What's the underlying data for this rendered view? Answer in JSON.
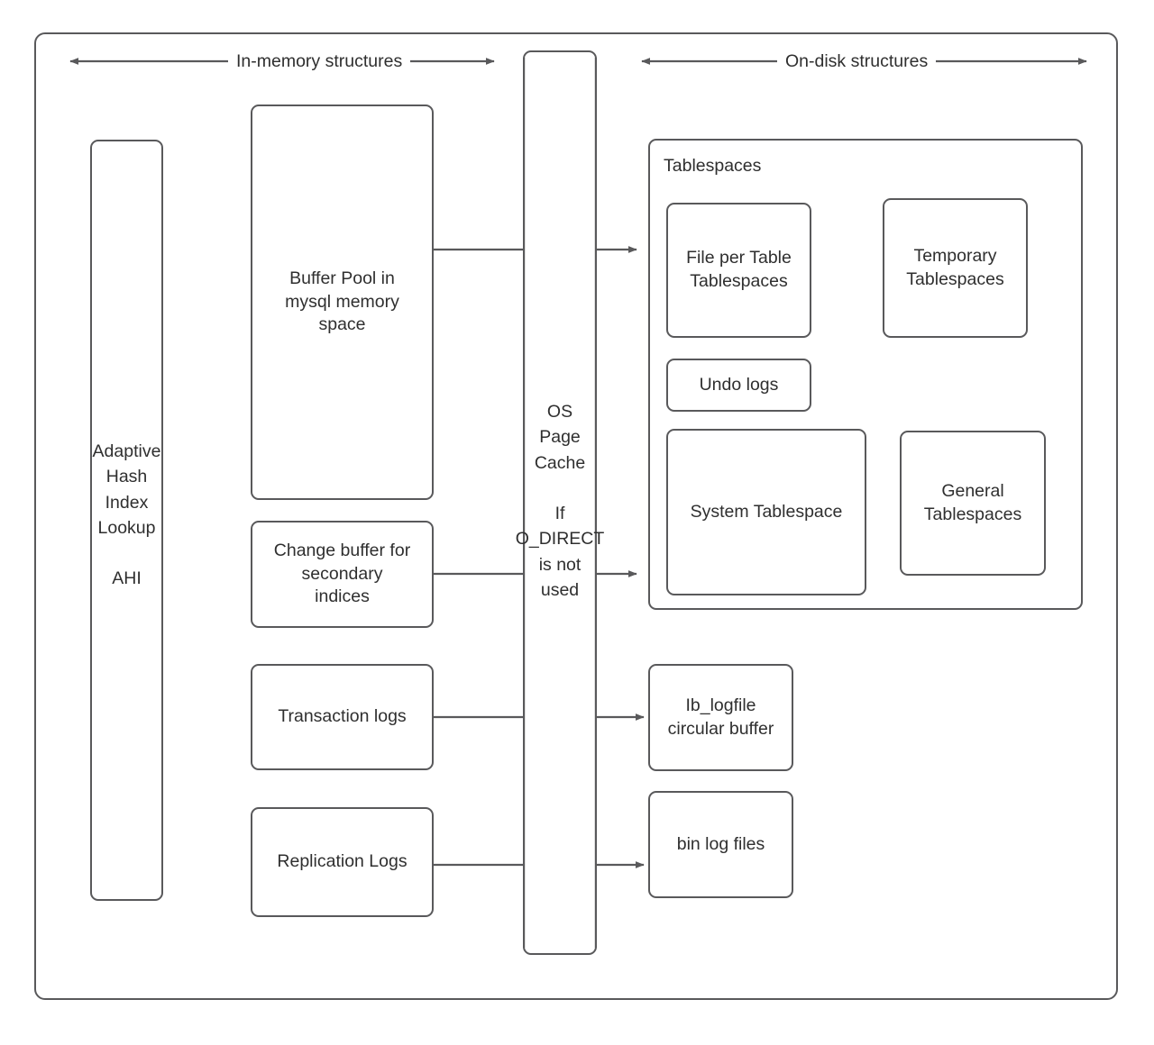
{
  "diagram": {
    "title": "MySQL InnoDB in-memory and on-disk structures",
    "colors": {
      "stroke": "#59595b",
      "text": "#2f2f2f",
      "background": "#ffffff"
    },
    "headers": [
      {
        "id": "in-memory",
        "label": "In-memory structures"
      },
      {
        "id": "on-disk",
        "label": "On-disk structures"
      }
    ],
    "nodes": {
      "ahi": {
        "label": "Adaptive\nHash\nIndex\nLookup\n\nAHI"
      },
      "buffer_pool": {
        "label": "Buffer Pool in\nmysql memory\nspace"
      },
      "change_buffer": {
        "label": "Change buffer for\nsecondary\nindices"
      },
      "transaction_logs": {
        "label": "Transaction logs"
      },
      "replication_logs": {
        "label": "Replication Logs"
      },
      "os_page_cache": {
        "label": "OS\nPage\nCache\n\nIf\nO_DIRECT\nis not\nused"
      },
      "tablespaces_group": {
        "label": "Tablespaces"
      },
      "file_per_table": {
        "label": "File per Table\nTablespaces"
      },
      "temporary_tablespaces": {
        "label": "Temporary\nTablespaces"
      },
      "undo_logs": {
        "label": "Undo logs"
      },
      "system_tablespace": {
        "label": "System Tablespace"
      },
      "general_tablespaces": {
        "label": "General\nTablespaces"
      },
      "ib_logfile": {
        "label": "Ib_logfile\ncircular buffer"
      },
      "bin_log_files": {
        "label": "bin log files"
      }
    },
    "edges": [
      {
        "from": "buffer_pool",
        "to": "file_per_table"
      },
      {
        "from": "change_buffer",
        "to": "system_tablespace"
      },
      {
        "from": "transaction_logs",
        "to": "ib_logfile"
      },
      {
        "from": "replication_logs",
        "to": "bin_log_files"
      }
    ]
  }
}
